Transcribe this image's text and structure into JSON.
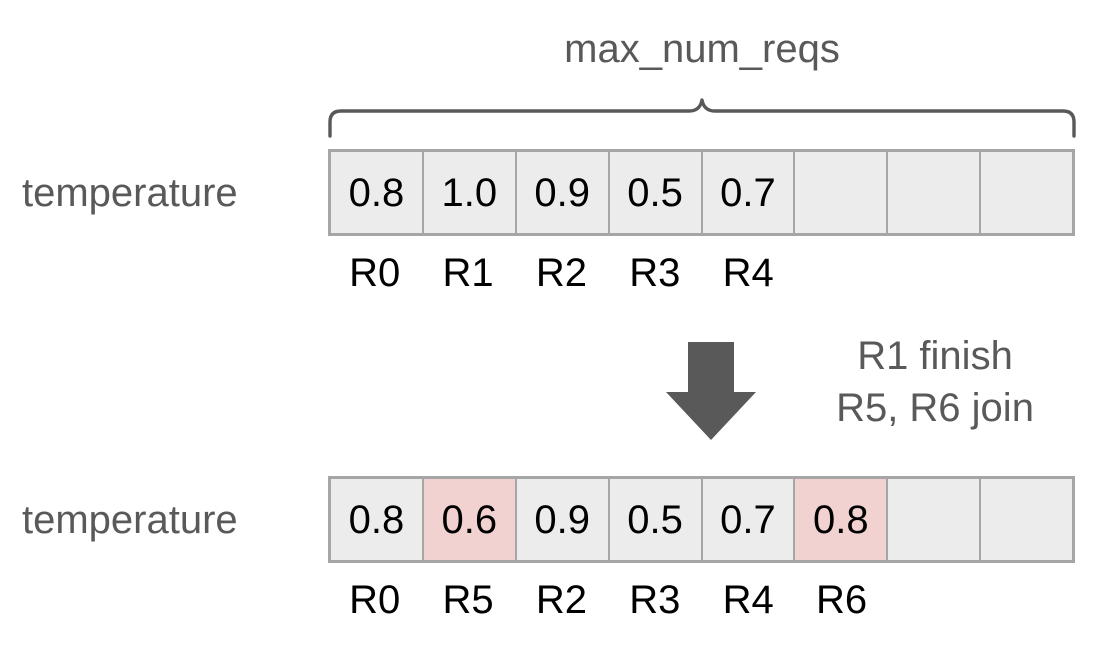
{
  "diagram": {
    "title": "max_num_reqs",
    "brace_label": "max_num_reqs",
    "colors": {
      "cell_fill": "#ececec",
      "cell_border": "#a6a6a6",
      "highlight_fill": "#f2d2d1",
      "gray_text": "#595959",
      "black_text": "#000000",
      "arrow_fill": "#595959",
      "background": "#ffffff"
    },
    "rows": [
      {
        "id": "before",
        "label": "temperature",
        "capacity": 8,
        "cells": [
          {
            "value": "0.8",
            "request_id": "R0",
            "highlighted": false,
            "empty": false
          },
          {
            "value": "1.0",
            "request_id": "R1",
            "highlighted": false,
            "empty": false
          },
          {
            "value": "0.9",
            "request_id": "R2",
            "highlighted": false,
            "empty": false
          },
          {
            "value": "0.5",
            "request_id": "R3",
            "highlighted": false,
            "empty": false
          },
          {
            "value": "0.7",
            "request_id": "R4",
            "highlighted": false,
            "empty": false
          },
          {
            "value": "",
            "request_id": "",
            "highlighted": false,
            "empty": true
          },
          {
            "value": "",
            "request_id": "",
            "highlighted": false,
            "empty": true
          },
          {
            "value": "",
            "request_id": "",
            "highlighted": false,
            "empty": true
          }
        ]
      },
      {
        "id": "after",
        "label": "temperature",
        "capacity": 8,
        "cells": [
          {
            "value": "0.8",
            "request_id": "R0",
            "highlighted": false,
            "empty": false
          },
          {
            "value": "0.6",
            "request_id": "R5",
            "highlighted": true,
            "empty": false
          },
          {
            "value": "0.9",
            "request_id": "R2",
            "highlighted": false,
            "empty": false
          },
          {
            "value": "0.5",
            "request_id": "R3",
            "highlighted": false,
            "empty": false
          },
          {
            "value": "0.7",
            "request_id": "R4",
            "highlighted": false,
            "empty": false
          },
          {
            "value": "0.8",
            "request_id": "R6",
            "highlighted": true,
            "empty": false
          },
          {
            "value": "",
            "request_id": "",
            "highlighted": false,
            "empty": true
          },
          {
            "value": "",
            "request_id": "",
            "highlighted": false,
            "empty": true
          }
        ]
      }
    ],
    "transition": {
      "arrow": "down-arrow",
      "note_line_1": "R1 finish",
      "note_line_2": "R5, R6 join"
    }
  }
}
